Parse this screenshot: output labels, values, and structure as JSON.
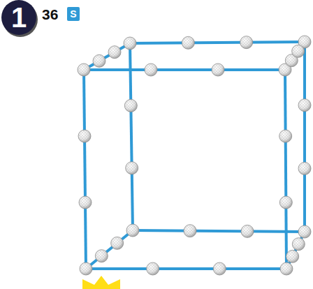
{
  "diagram": {
    "nodes": [
      {
        "text": [
          "1"
        ]
      },
      {
        "text": [
          "S"
        ]
      }
    ],
    "labels": [
      "36"
    ]
  }
}
